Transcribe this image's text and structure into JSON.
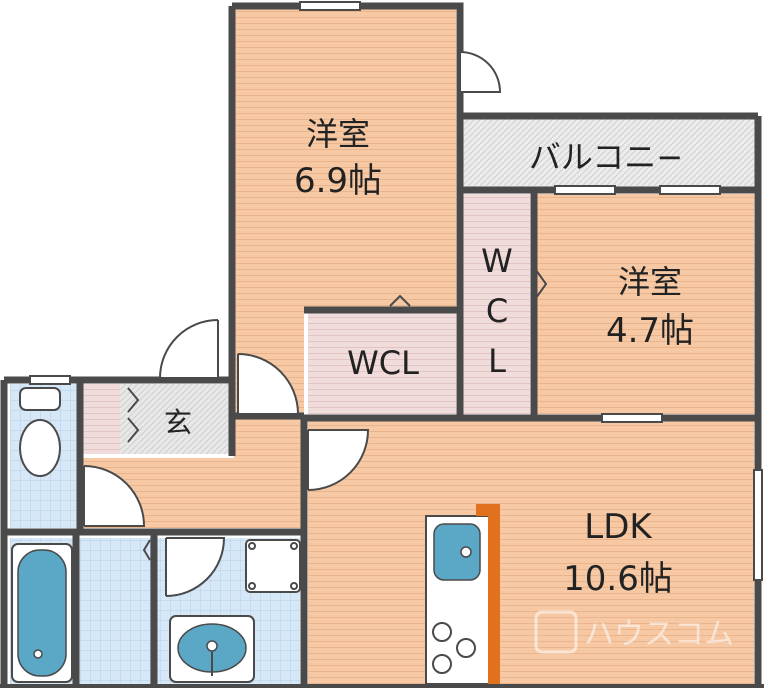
{
  "rooms": {
    "bedroom_large": {
      "name": "洋室",
      "size": "6.9帖"
    },
    "bedroom_small": {
      "name": "洋室",
      "size": "4.7帖"
    },
    "ldk": {
      "name": "LDK",
      "size": "10.6帖"
    },
    "wcl_main": "WCL",
    "wcl_vertical": [
      "W",
      "C",
      "L"
    ],
    "balcony": "バルコニ−",
    "entrance": "玄"
  },
  "watermark": "ハウスコム",
  "colors": {
    "wall": "#4a4a4a",
    "room_floor": "#f6c9a4",
    "closet_floor": "#efd6d6",
    "wet_floor": "#cfe3f5",
    "balcony_floor": "#e6e6e6",
    "fixture_blue": "#5aa7c6",
    "range_hood": "#e2711d"
  }
}
